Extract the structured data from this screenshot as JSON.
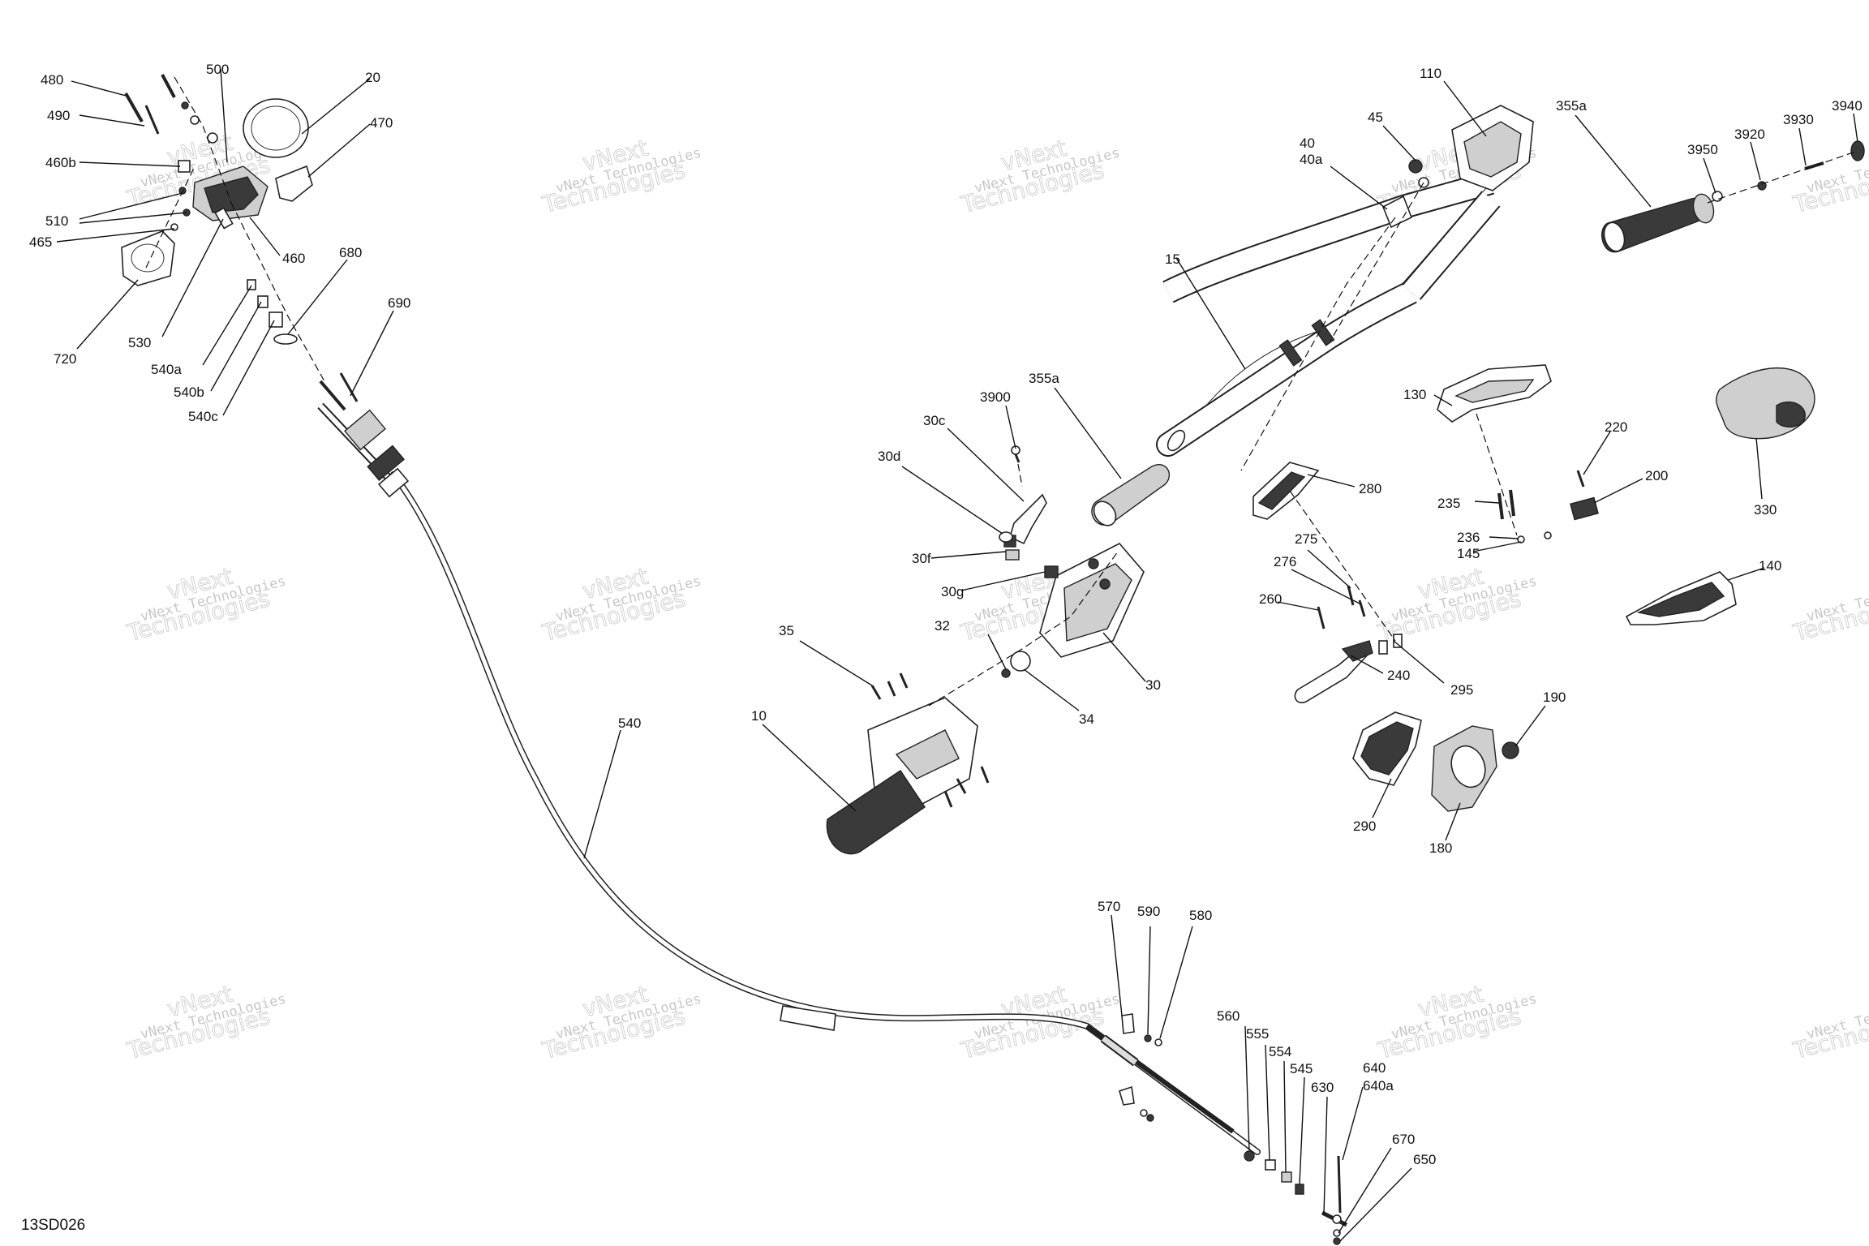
{
  "drawing_code": "13SD026",
  "watermark": {
    "small": "vNext Technologies",
    "large": "Technologies",
    "prefix": "vNext"
  },
  "callouts": {
    "c480": "480",
    "c490": "490",
    "c460b": "460b",
    "c510": "510",
    "c465": "465",
    "c500": "500",
    "c20": "20",
    "c470": "470",
    "c460": "460",
    "c720": "720",
    "c530": "530",
    "c540a": "540a",
    "c540b": "540b",
    "c540c": "540c",
    "c680": "680",
    "c690": "690",
    "c540": "540",
    "c15": "15",
    "c3900": "3900",
    "c355a_mid": "355a",
    "c30c": "30c",
    "c30d": "30d",
    "c30f": "30f",
    "c30g": "30g",
    "c30": "30",
    "c32": "32",
    "c34": "34",
    "c35": "35",
    "c10": "10",
    "c40": "40",
    "c40a": "40a",
    "c45": "45",
    "c110": "110",
    "c355a_top": "355a",
    "c3950": "3950",
    "c3920": "3920",
    "c3930": "3930",
    "c3940": "3940",
    "c130": "130",
    "c280": "280",
    "c220": "220",
    "c200": "200",
    "c330": "330",
    "c235": "235",
    "c236": "236",
    "c145": "145",
    "c275": "275",
    "c276": "276",
    "c260": "260",
    "c240": "240",
    "c295": "295",
    "c140": "140",
    "c190": "190",
    "c290": "290",
    "c180": "180",
    "c570": "570",
    "c590": "590",
    "c580": "580",
    "c560": "560",
    "c555": "555",
    "c554": "554",
    "c545": "545",
    "c630": "630",
    "c640": "640",
    "c640a": "640a",
    "c670": "670",
    "c650": "650"
  }
}
